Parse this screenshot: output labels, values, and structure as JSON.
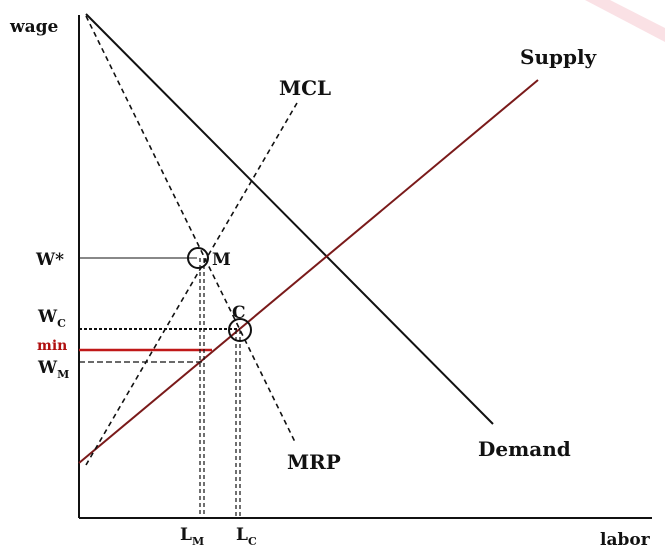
{
  "axes": {
    "y_label": "wage",
    "x_label": "labor"
  },
  "curves": {
    "supply": "Supply",
    "demand": "Demand",
    "mcl": "MCL",
    "mrp": "MRP"
  },
  "wage_ticks": {
    "w_star": "W*",
    "wc_main": "W",
    "wc_sub": "C",
    "min": "min",
    "wm_main": "W",
    "wm_sub": "M"
  },
  "labor_ticks": {
    "lm_main": "L",
    "lm_sub": "M",
    "lc_main": "L",
    "lc_sub": "C"
  },
  "points": {
    "monopsony": "M",
    "competitive": "C"
  },
  "colors": {
    "ink": "#111111",
    "supply_line": "#7a1a1a",
    "min_wage": "#c01818",
    "watermark": "#f0b0b8"
  }
}
